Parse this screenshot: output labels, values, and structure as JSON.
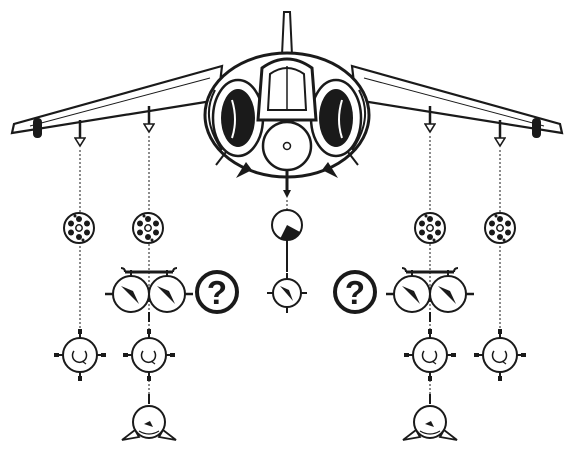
{
  "diagram": {
    "unknown_slot_marks": [
      "?",
      "?"
    ],
    "colors": {
      "ink": "#1a1a1a",
      "paper": "#ffffff",
      "shade": "#dcdcdc"
    },
    "stores": [
      {
        "type": "rocket-pod",
        "icon": "rocket-pod-icon"
      },
      {
        "type": "twin-bomb",
        "icon": "twin-bomb-icon"
      },
      {
        "type": "bomb-front-view",
        "icon": "bomb-front-icon"
      },
      {
        "type": "finned-bomb-front-view",
        "icon": "finned-bomb-icon"
      },
      {
        "type": "finned-bomb-side-view",
        "icon": "finned-bomb-side-icon"
      },
      {
        "type": "centerline-gun-pod",
        "icon": "gun-pod-icon"
      }
    ]
  }
}
